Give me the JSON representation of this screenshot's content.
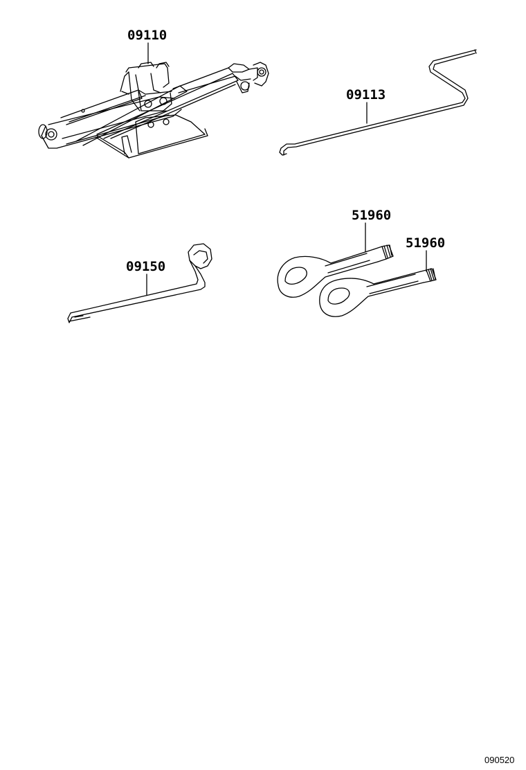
{
  "parts": [
    {
      "id": "jack",
      "number": "09110"
    },
    {
      "id": "jack-handle",
      "number": "09113"
    },
    {
      "id": "wrench",
      "number": "09150"
    },
    {
      "id": "towing-eye-1",
      "number": "51960"
    },
    {
      "id": "towing-eye-2",
      "number": "51960"
    }
  ],
  "figure_id": "090520",
  "colors": {
    "line": "#000000",
    "background": "#ffffff"
  }
}
